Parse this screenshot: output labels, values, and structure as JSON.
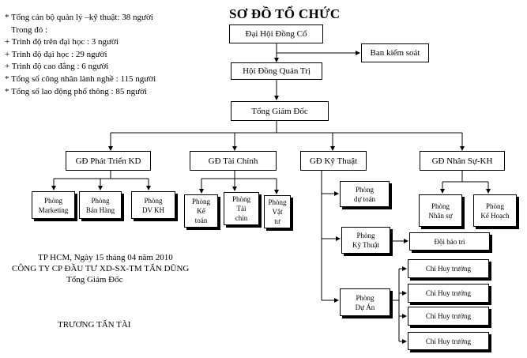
{
  "stats": [
    "* Tổng cán bộ quản lý –kỹ thuật: 38 người",
    "Trong đó :",
    "+ Trình độ trên đại học : 3 người",
    "+ Trình độ đại học : 29 người",
    "+ Trình độ cao đẳng : 6 người",
    "* Tổng số công nhân lành nghề : 115 người",
    "* Tổng số lao động phổ thông : 85 người"
  ],
  "title": "SƠ ĐỒ TỔ CHỨC",
  "nodes": {
    "dai_hoi": "Đại Hội Đồng Cổ",
    "ban_kiem_soat": "Ban kiểm soát",
    "hoi_dong": "Hội Đồng Quản Trị",
    "tong_gd": "Tổng Giám Đốc",
    "gd_ptkd": "GĐ Phát Triển KD",
    "gd_tc": "GĐ Tài Chính",
    "gd_kt": "GĐ Kỹ Thuật",
    "gd_ns": "GĐ Nhân Sự-KH",
    "p_marketing": [
      "Phòng",
      "Marketing"
    ],
    "p_banhang": [
      "Phòng",
      "Bán Hàng"
    ],
    "p_dvkh": [
      "Phòng",
      "DV KH"
    ],
    "p_ketoan": [
      "Phòng",
      "Kế",
      "toán"
    ],
    "p_taichin": [
      "Phòng",
      "Tài",
      "chín"
    ],
    "p_vattu": [
      "Phòng",
      "Vật",
      "tư"
    ],
    "p_dutoan": [
      "Phòng",
      "dự toán"
    ],
    "p_kythuat": [
      "Phòng",
      "Kỹ Thuật"
    ],
    "p_duan": [
      "Phòng",
      "Dự Án"
    ],
    "doi_baotri": "Đội bảo trì",
    "chi_huy": [
      "Chỉ Huy trưởng",
      "Chỉ Huy trưởng",
      "Chỉ Huy trưởng",
      "Chỉ Huy trưởng"
    ],
    "p_nhansu": [
      "Phòng",
      "Nhân sự"
    ],
    "p_kehoach": [
      "Phòng",
      "Kế Hoạch"
    ]
  },
  "signature": {
    "place_date": "TP HCM, Ngày 15 tháng 04 năm 2010",
    "company": "CÔNG TY CP ĐẦU TƯ XD-SX-TM TẤN DŨNG",
    "position": "Tổng Giám Đốc",
    "name": "TRƯƠNG TẤN TÀI"
  }
}
